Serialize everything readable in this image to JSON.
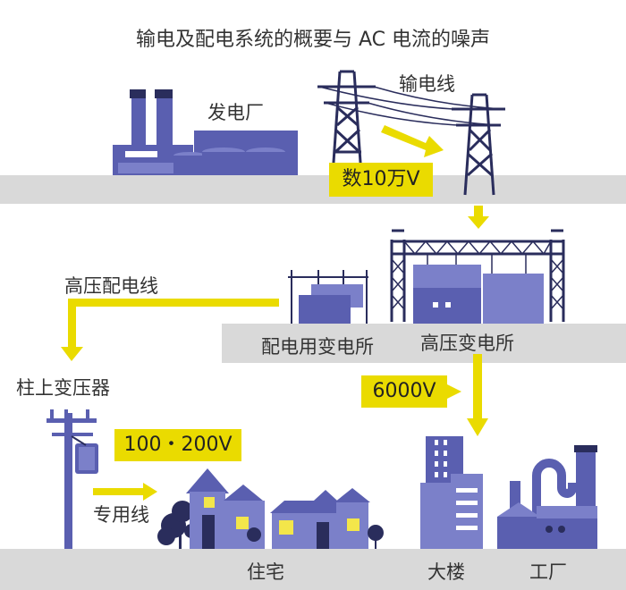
{
  "title": "输电及配电系统的概要与 AC 电流的噪声",
  "labels": {
    "power_plant": "发电厂",
    "transmission_line": "输电线",
    "substation_hv": "高压变电所",
    "substation_dist": "配电用变电所",
    "dist_line": "高压配电线",
    "pole_transformer": "柱上变压器",
    "service_line": "专用线",
    "houses": "住宅",
    "building": "大楼",
    "factory": "工厂"
  },
  "voltages": {
    "transmission": "数10万V",
    "distribution": "6000V",
    "household": "100・200V"
  },
  "colors": {
    "structure_blue": "#5a5fb0",
    "light_blue": "#7b80c9",
    "dark_navy": "#2a2d5c",
    "ground_gray": "#d9d9d9",
    "arrow_yellow": "#eadb00",
    "window_yellow": "#f3e64a"
  }
}
